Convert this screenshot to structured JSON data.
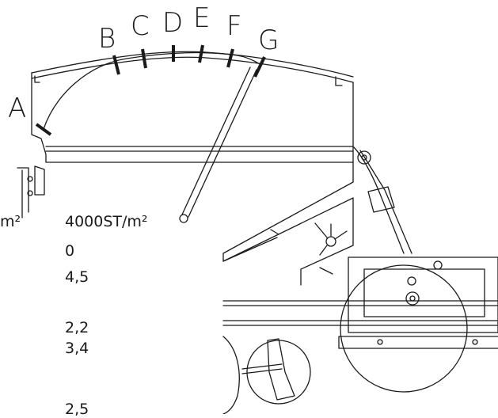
{
  "positions": [
    "A",
    "B",
    "C",
    "D",
    "E",
    "F",
    "G"
  ],
  "header_left": "m²",
  "header_right": "4000ST/m²",
  "values": [
    "0",
    "4,5",
    "2,2",
    "3,4",
    "2,5"
  ],
  "colors": {
    "line": "#1a1a1a",
    "background": "#ffffff"
  }
}
